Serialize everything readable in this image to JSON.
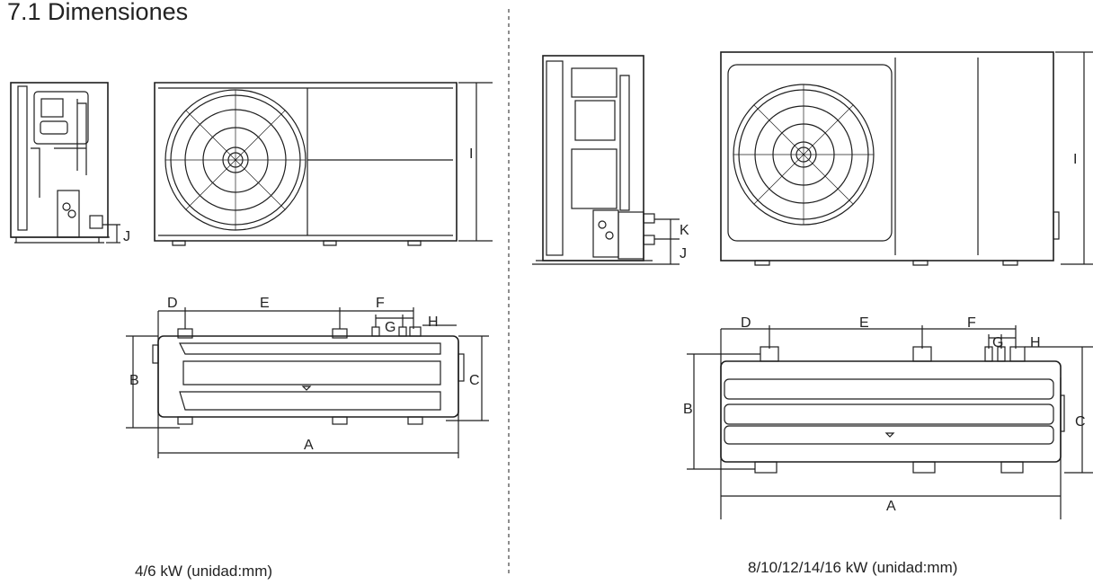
{
  "title": "7.1 Dimensiones",
  "left_unit": {
    "caption": "4/6 kW  (unidad:mm)",
    "labels": {
      "A": "A",
      "B": "B",
      "C": "C",
      "D": "D",
      "E": "E",
      "F": "F",
      "G": "G",
      "H": "H",
      "I": "I",
      "J": "J"
    }
  },
  "right_unit": {
    "caption": "8/10/12/14/16 kW  (unidad:mm)",
    "labels": {
      "A": "A",
      "B": "B",
      "C": "C",
      "D": "D",
      "E": "E",
      "F": "F",
      "G": "G",
      "H": "H",
      "I": "I",
      "J": "J",
      "K": "K"
    }
  },
  "colors": {
    "line": "#1e1e1e",
    "background": "#ffffff"
  }
}
